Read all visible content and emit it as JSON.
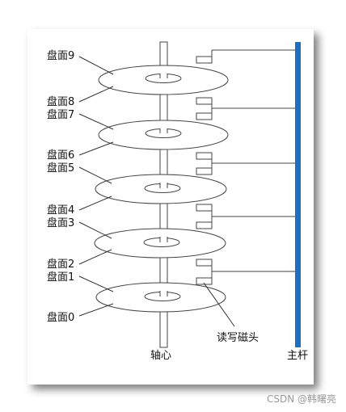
{
  "platter_labels": [
    "盘面9",
    "盘面8",
    "盘面7",
    "盘面6",
    "盘面5",
    "盘面4",
    "盘面3",
    "盘面2",
    "盘面1",
    "盘面0"
  ],
  "spindle_label": "轴心",
  "head_label": "读写磁头",
  "arm_label": "主杆",
  "watermark": "CSDN @韩曙亮",
  "colors": {
    "arm": "#1f6fc1",
    "stroke": "#444444",
    "card_bg": "#ffffff"
  }
}
